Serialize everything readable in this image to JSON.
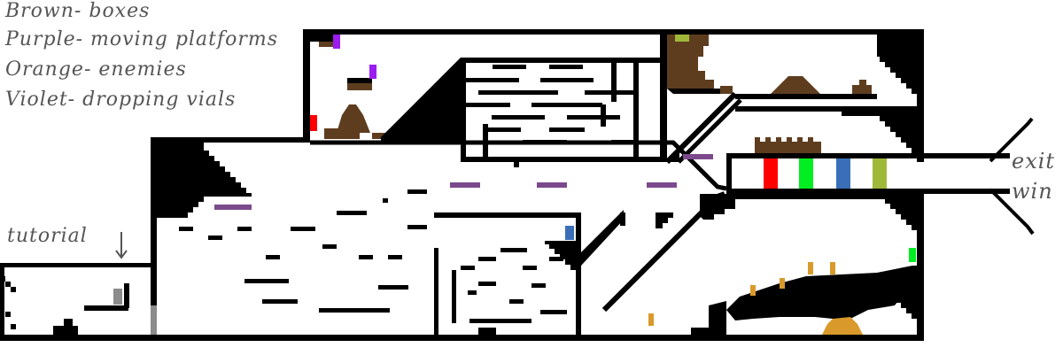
{
  "legend": {
    "boxes": "Brown- boxes",
    "platforms": "Purple- moving platforms",
    "enemies": "Orange- enemies",
    "vials": "Violet- dropping vials"
  },
  "labels": {
    "tutorial": "tutorial",
    "exit_line1": "exit",
    "exit_line2": "win"
  },
  "colors": {
    "wall": "#000000",
    "floor": "#ffffff",
    "box": "#5e3d1f",
    "platform": "#7b4a8c",
    "enemy": "#d99a2b",
    "vial": "#9b1cf0",
    "gate_red": "#ff0000",
    "gate_green": "#00ee22",
    "gate_blue": "#3a6fb8",
    "gate_olive": "#a0b83a",
    "pickup_gray": "#8c8c8c",
    "annotation": "#555555"
  },
  "exit_gates": [
    "red",
    "green",
    "blue",
    "olive"
  ],
  "icons": {
    "tutorial_arrow": "down-arrow-icon"
  }
}
